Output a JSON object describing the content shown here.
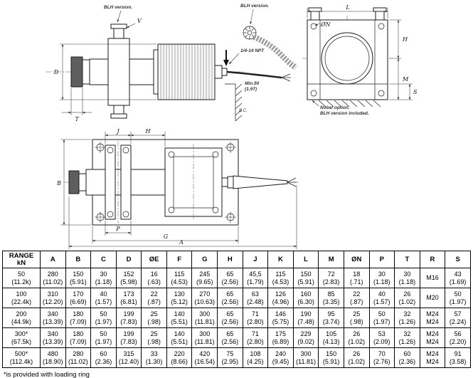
{
  "drawing": {
    "callouts": {
      "blh_left": "BLH version.",
      "blh_mid": "BLH version.",
      "npt": "1/4-14 NPT",
      "min_line1": "Min.50",
      "min_line2": "(1.97)",
      "nobel_line1": "Nobel option.",
      "nobel_line2": "BLH version included.",
      "bc": "B.C."
    },
    "dims": {
      "a": "A",
      "b": "B",
      "d": "D",
      "g": "G",
      "h": "H",
      "j": "J",
      "l": "L",
      "m": "M",
      "n": "ØN",
      "p": "P",
      "s": "S",
      "t": "T",
      "v": "V"
    }
  },
  "table": {
    "headers": [
      "RANGE\nkN",
      "A",
      "B",
      "C",
      "D",
      "ØE",
      "F",
      "G",
      "H",
      "J",
      "K",
      "L",
      "M",
      "ØN",
      "P",
      "T",
      "R",
      "S"
    ],
    "rows": [
      [
        [
          "50",
          "(11.2k)"
        ],
        [
          "280",
          "(11.02)"
        ],
        [
          "150",
          "(5.91)"
        ],
        [
          "30",
          "(1.18)"
        ],
        [
          "152",
          "(5.98)"
        ],
        [
          "16",
          "(.63)"
        ],
        [
          "115",
          "(4.53)"
        ],
        [
          "245",
          "(9.65)"
        ],
        [
          "65",
          "(2.56)"
        ],
        [
          "45,5",
          "(1.79)"
        ],
        [
          "115",
          "(4.53)"
        ],
        [
          "150",
          "(5.91)"
        ],
        [
          "72",
          "(2.83)"
        ],
        [
          "18",
          "(.71)"
        ],
        [
          "30",
          "(1.18)"
        ],
        [
          "30",
          "(1.18)"
        ],
        [
          "M16",
          ""
        ],
        [
          "43",
          "(1.69)"
        ]
      ],
      [
        [
          "100",
          "(22.4k)"
        ],
        [
          "310",
          "(12.20)"
        ],
        [
          "170",
          "(6.69)"
        ],
        [
          "40",
          "(1.57)"
        ],
        [
          "173",
          "(6.81)"
        ],
        [
          "22",
          "(.87)"
        ],
        [
          "130",
          "(5.12)"
        ],
        [
          "270",
          "(10.63)"
        ],
        [
          "65",
          "(2.56)"
        ],
        [
          "63",
          "(2.48)"
        ],
        [
          "126",
          "(4.96)"
        ],
        [
          "160",
          "(6.30)"
        ],
        [
          "85",
          "(3.35)"
        ],
        [
          "22",
          "(.87)"
        ],
        [
          "40",
          "(1.57)"
        ],
        [
          "26",
          "(1.02)"
        ],
        [
          "M20",
          ""
        ],
        [
          "50",
          "(1.97)"
        ]
      ],
      [
        [
          "200",
          "(44.9k)"
        ],
        [
          "340",
          "(13.39)"
        ],
        [
          "180",
          "(7.09)"
        ],
        [
          "50",
          "(1.97)"
        ],
        [
          "199",
          "(7.83)"
        ],
        [
          "25",
          "(.98)"
        ],
        [
          "140",
          "(5.51)"
        ],
        [
          "300",
          "(11.81)"
        ],
        [
          "65",
          "(2.56)"
        ],
        [
          "71",
          "(2.80)"
        ],
        [
          "146",
          "(5.75)"
        ],
        [
          "190",
          "(7.48)"
        ],
        [
          "95",
          "(3.74)"
        ],
        [
          "25",
          "(.98)"
        ],
        [
          "50",
          "(1.97)"
        ],
        [
          "32",
          "(1.26)"
        ],
        [
          "M24",
          "M24"
        ],
        [
          "57",
          "(2.24)"
        ]
      ],
      [
        [
          "300*",
          "(67.5k)"
        ],
        [
          "340",
          "(13.39)"
        ],
        [
          "180",
          "(7.09)"
        ],
        [
          "50",
          "(1.97)"
        ],
        [
          "199",
          "(7.83)"
        ],
        [
          "25",
          "(.98)"
        ],
        [
          "140",
          "(5.51)"
        ],
        [
          "300",
          "(11.81)"
        ],
        [
          "65",
          "(2.56)"
        ],
        [
          "71",
          "(2.80)"
        ],
        [
          "175",
          "(6.89)"
        ],
        [
          "229",
          "(9.02)"
        ],
        [
          "105",
          "(4.13)"
        ],
        [
          "26",
          "(1.02)"
        ],
        [
          "53",
          "(2.09)"
        ],
        [
          "32",
          "(1.26)"
        ],
        [
          "M24",
          "M24"
        ],
        [
          "56",
          "(2.20)"
        ]
      ],
      [
        [
          "500*",
          "(112.4k)"
        ],
        [
          "480",
          "(18.90)"
        ],
        [
          "280",
          "(11.02)"
        ],
        [
          "60",
          "(2.36)"
        ],
        [
          "315",
          "(12.40)"
        ],
        [
          "33",
          "(1.30)"
        ],
        [
          "220",
          "(8.66)"
        ],
        [
          "420",
          "(16.54)"
        ],
        [
          "75",
          "(2.95)"
        ],
        [
          "108",
          "(4.25)"
        ],
        [
          "240",
          "(9.45)"
        ],
        [
          "300",
          "(11.81)"
        ],
        [
          "150",
          "(5.91)"
        ],
        [
          "26",
          "(1.02)"
        ],
        [
          "70",
          "(2.76)"
        ],
        [
          "60",
          "(2.36)"
        ],
        [
          "M24",
          "M24"
        ],
        [
          "91",
          "(3.58)"
        ]
      ]
    ]
  },
  "footnote": "*is provided with loading ring"
}
